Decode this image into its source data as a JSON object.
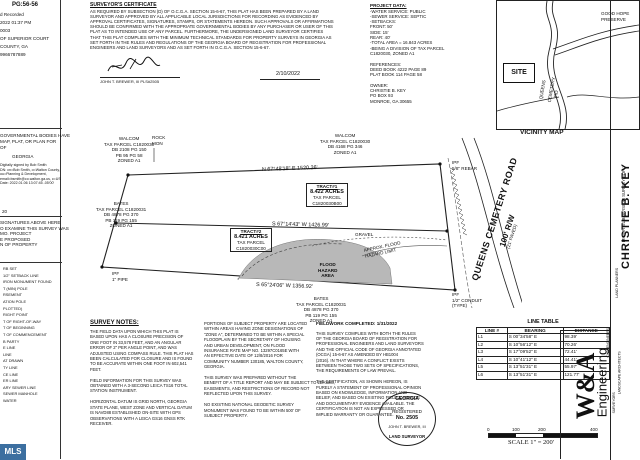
{
  "left_edge": {
    "record_id": "PG:56-56",
    "line1": "d Recorded",
    "line2": "2022 01:37 PM",
    "line3": "0003",
    "line4": "OF SUPERIOR COURT",
    "line5": "COUNTY, GA",
    "line6": "9966787889",
    "gov_note": [
      "GOVERNMENTAL BODIES HAVE",
      "MAP, PLAT, OR PLAN FOR",
      "OF"
    ],
    "state": "GEORGIA",
    "sig_note": [
      "Digitally signed by Bob Smith",
      "DN: cn=Bob Smith, o=Walton County,",
      "ou=Planning & Development,",
      "email=bsmith@co.walton.ga.us, c=US",
      "Date: 2022.01.06 13:07:45 -05'00'"
    ],
    "num_20": "20",
    "approval_note": [
      "SIGNATURES ABOVE HERE",
      "O EXAMINE THIS SURVEY WAS",
      "MO. PROJECT",
      "E PROPOSED",
      "N OF PROPERTY"
    ],
    "legend": [
      "RB SET",
      "1/2\" SETBACK LINE",
      "IRON MONUMENT FOUND",
      "T (MIN) POLE",
      "RSEMENT",
      "ATION POLE",
      "PLOTTED)",
      "RIGHT POINT",
      "T OF RIGHT-OF-WAY",
      "T OF BEGINNING",
      "T OF COMMENCEMENT",
      "B PARTY",
      "E LINE",
      "LINE",
      "AT DRAWN",
      "TY LINE",
      "CE LINE",
      "ER LINE",
      "ARY SEWER LINE",
      "SEWER MANHOLE",
      "WATER"
    ]
  },
  "certificate": {
    "title": "SURVEYOR'S CERTIFICATE",
    "body": [
      "AS REQUIRED BY SUBSECTION (D) OF O.C.G.A. SECTION 15-6-67, THIS PLAT HAS BEEN PREPARED BY A LAND",
      "SURVEYOR AND APPROVED BY ALL APPLICABLE LOCAL JURISDICTIONS FOR RECORDING AS EVIDENCED BY",
      "APPROVAL CERTIFICATES, SIGNATURES, STAMPS, OR STATEMENTS HEREON. SUCH APPROVALS OR AFFIRMATIONS",
      "SHOULD BE CONFIRMED WITH THE APPROPRIATE GOVERNMENTAL BODIES BY ANY PURCHASER OR USER OF THIS",
      "PLAT AS TO INTENDED USE OF ANY PARCEL. FURTHERMORE, THE UNDERSIGNED LAND SURVEYOR CERTIFIES",
      "THAT THIS PLAT COMPLIES WITH THE MINIMUM TECHNICAL STANDARDS FOR PROPERTY SURVEYS IN GEORGIA AS",
      "SET FORTH IN THE RULES AND REGULATIONS OF THE GEORGIA BOARD OF REGISTRATION FOR PROFESSIONAL",
      "ENGINEERS AND LAND SURVEYORS AND AS SET FORTH IN O.C.G.A. SECTION 15-6-67."
    ],
    "signer": "JOHN T. BREWER, III PLS#2505",
    "date": "2/10/2022"
  },
  "project_data": {
    "title": "PROJECT DATA:",
    "lines": [
      "-WATER SERVICE: PUBLIC",
      "-SEWER SERVICE: SEPTIC",
      "-SETBACKS:",
      "    FRONT: 50'",
      "    SIDE: 15'",
      "    REAR: 40'",
      "-TOTAL AREA = 16.843 ACRES",
      "-BEING A DIVISION OF TAX PARCEL",
      "  C1820030, ZONED A1",
      "",
      "REFERENCES:",
      "DEED BOOK 4222 PAGE 89",
      "PLAT BOOK 114 PAGE 58",
      "",
      "OWNER:",
      "CHRISTIE B. KEY",
      "PO BOX 93",
      "MONROE, GA 30655"
    ]
  },
  "vicinity": {
    "title": "VICINITY MAP",
    "site": "SITE",
    "road_labels": [
      "GOOD HOPE",
      "PRESERVE",
      "QUEENS",
      "CEMETERY",
      "RD"
    ]
  },
  "plat": {
    "north_owner": [
      "WALCOM",
      "TAX PARCEL C1820030",
      "DB 4168 PG 346",
      "ZONED A1"
    ],
    "nw_owner": [
      "WALCOM",
      "TAX PARCEL C1820030",
      "DB 2108 PG 150",
      "PB 95 PG 58",
      "ZONED A1"
    ],
    "west_owner": [
      "BATES",
      "TAX PARCEL C1820031",
      "DB 4878 PG 370",
      "PB 119 PG 155",
      "ZONED A1"
    ],
    "south_owner": [
      "BATES",
      "TAX PARCEL C1820031",
      "DB 4878 PG 370",
      "PB 119 PG 155",
      "ZONED A1"
    ],
    "tract1": [
      "TRACT#1",
      "8.422 ACRES",
      "TAX PARCEL",
      "C1820030B00"
    ],
    "tract2": [
      "TRACT#2",
      "8.421 ACRES",
      "TAX PARCEL",
      "C1820030C00"
    ],
    "bearing_top": "N 67°48'18\" E     1520.26'",
    "bearing_mid": "S 67°14'43\" W     1426.99'",
    "bearing_bot": "S 65°24'06\" W     1356.92'",
    "gravel": "GRAVEL",
    "flood": [
      "APPROX. FLOOD",
      "HAZARD LIMIT"
    ],
    "flood_area": [
      "FLOOD",
      "HAZARD",
      "AREA"
    ],
    "rock_mon": [
      "ROCK",
      "MON"
    ],
    "ipf_tr": [
      "IPF",
      "5/8\" REBAR"
    ],
    "ipf_br": [
      "IPF",
      "1/2\" CONDUIT",
      "(TYPE)"
    ],
    "ipf_bl": [
      "IPF",
      "1\" PIPE"
    ],
    "road": "QUEENS CEMETERY ROAD",
    "row": [
      "100' R/W",
      "(21' PAVED)"
    ]
  },
  "notes": {
    "title": "SURVEY NOTES:",
    "col1": [
      "THE FIELD DATA UPON WHICH THIS PLAT IS",
      "BASED UPON HAS A CLOSURE PRECISION OF",
      "ONE FOOT IN 33,578 FEET, AND AN ANGULAR",
      "ERROR OF 2\" PER ANGLE POINT, AND WAS",
      "ADJUSTED USING COMPASS RULE. THIS PLAT HAS",
      "BEEN CALCULATED FOR CLOSURE AND IS FOUND",
      "TO BE ACCURATE WITHIN ONE FOOT IN 602,541",
      "FEET.",
      "",
      "FIELD INFORMATION FOR THIS SURVEY WAS",
      "OBTAINED WITH A 3-SECOND LEICA TS16 TOTAL",
      "STATION INSTRUMENT.",
      "",
      "HORIZONTAL DATUM IS GRID NORTH, GEORGIA",
      "STATE PLANE, WEST ZONE AND VERTICAL DATUM",
      "IS NAVD88 ESTABLISHED ON-SITE WITH GPS",
      "OBSERVATIONS WITH A LEICA GS16 GNSS RTK",
      "RECEIVER."
    ],
    "col2": [
      "PORTIONS OF SUBJECT PROPERTY ARE LOCATED",
      "WITHIN AREAS HAVING ZONE DESIGNATIONS OF",
      "\"ZONE A\", DETERMINED TO BE WITHIN A SPECIAL",
      "FLOODPLAIN BY THE SECRETARY OF HOUSING",
      "AND URBAN DEVELOPMENT, ON FLOOD",
      "INSURANCE RATE MAP NO. 13297C0165E WITH",
      "AN EFFECTIVE DATE OF 12/8/2016 FOR",
      "COMMUNITY NUMBER 130185, WALTON COUNTY,",
      "GEORGIA.",
      "",
      "THIS SURVEY WAS PREPARED WITHOUT THE",
      "BENEFIT OF A TITLE REPORT AND MAY BE SUBJECT TO LEASES,",
      "EASEMENTS, AND RESTRICTIONS OF RECORD NOT",
      "REFLECTED UPON THIS SURVEY.",
      "",
      "NO EXISTING NATIONAL GEODETIC SURVEY",
      "MONUMENT WAS FOUND TO BE WITHIN 500' OF",
      "SUBJECT PROPERTY."
    ],
    "col3_head": "FIELDWORK COMPLETED: 1/31/2022",
    "col3": [
      "THIS SURVEY COMPLIES WITH BOTH THE RULES",
      "OF THE GEORGIA BOARD OF REGISTRATION FOR",
      "PROFESSIONAL ENGINEERS AND LAND SURVEYORS",
      "AND THE OFFICIAL CODE OF GEORGIA ANNOTATED",
      "(OCGA) 15-6-67 AS AMENDED BY HB1004",
      "(2016). IN THAT WHERE A CONFLICT EXISTS",
      "BETWEEN THOSE TWO SETS OF SPECIFICATIONS,",
      "THE REQUIREMENTS OF LAW PREVAIL.",
      "",
      "THE CERTIFICATION, AS SHOWN HEREON, IS",
      "PURELY A STATEMENT OF PROFESSIONAL OPINION",
      "BASED ON KNOWLEDGE, INFORMATION AND",
      "BELIEF, AND BASED ON EXISTING FIELD EVIDENCE",
      "AND DOCUMENTARY EVIDENCE AVAILABLE. THE",
      "CERTIFICATION IS NOT AN EXPRESSED OR",
      "IMPLIED WARRANTY OR GUARANTEE."
    ]
  },
  "line_table": {
    "title": "LINE TABLE",
    "headers": [
      "LINE #",
      "BEARING",
      "DISTANCE"
    ],
    "rows": [
      [
        "L1",
        "S 00°34'58\" E",
        "98.39'"
      ],
      [
        "L2",
        "S 10°56'12\" E",
        "70.26'"
      ],
      [
        "L3",
        "S 17°09'52\" E",
        "72.41'"
      ],
      [
        "L4",
        "S 10°41'12\" E",
        "44.41'"
      ],
      [
        "L5",
        "S 13°51'31\" E",
        "55.97'"
      ],
      [
        "L6",
        "S 13°51'31\" E",
        "121.77'"
      ]
    ]
  },
  "seal": {
    "top": "GEORGIA",
    "middle": [
      "REGISTERED",
      "No. 2505"
    ],
    "bottom": "LAND SURVEYOR",
    "name": "JOHN T. BREWER, III"
  },
  "scale": {
    "labels": [
      "0",
      "100",
      "200",
      "400"
    ],
    "text": "SCALE 1\" = 200'"
  },
  "brand": {
    "logo": "W&A",
    "name": "Engineering"
  },
  "title_strip": {
    "subtitle": "MINOR SUBDIVISION SURVEY FOR:",
    "client": "CHRISTIE B. KEY"
  },
  "side_info": [
    "LAND PLANNERS",
    "CIVIL ENGINEERS",
    "LANDSCAPE ARCHITECTS",
    "SURVEYORS"
  ],
  "watermark": "MLS",
  "colors": {
    "line": "#222222",
    "flood": "#b8b8b8",
    "text": "#111111"
  }
}
